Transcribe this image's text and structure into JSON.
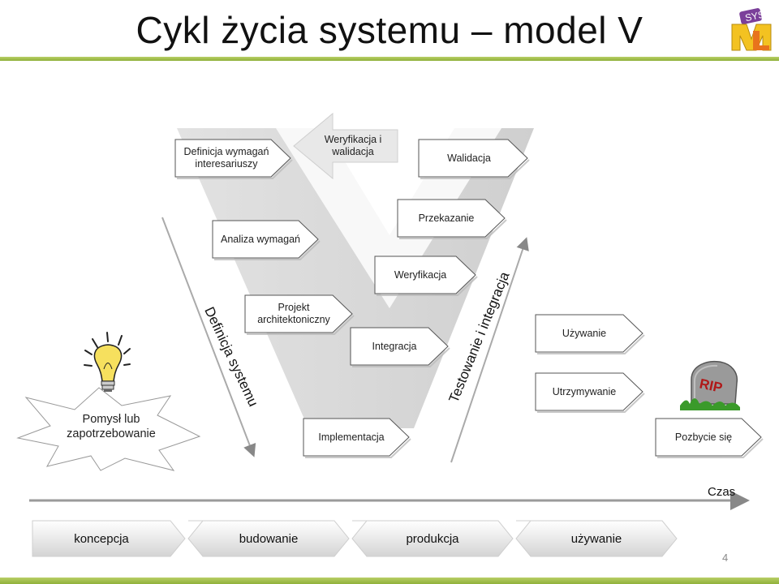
{
  "title": "Cykl życia systemu – model V",
  "colors": {
    "accent": "#9bbb45",
    "box_border": "#555555",
    "v_shape": "#d9d9d9"
  },
  "boxes": {
    "stakeholder_requirements": "Definicja wymagań\ninteresariuszy",
    "verification_validation": "Weryfikacja i\nwalidacja",
    "validation": "Walidacja",
    "requirements_analysis": "Analiza wymagań",
    "transition": "Przekazanie",
    "verification": "Weryfikacja",
    "architectural_design": "Projekt\narchitektoniczny",
    "integration": "Integracja",
    "use": "Używanie",
    "maintenance": "Utrzymywanie",
    "idea": "Pomysł lub\nzapotrzebowanie",
    "implementation": "Implementacja",
    "disposal": "Pozbycie się"
  },
  "side_labels": {
    "left_arm": "Definicja systemu",
    "right_arm": "Testowanie i integracja"
  },
  "tombstone_text": "RIP",
  "time_label": "Czas",
  "phases": [
    "koncepcja",
    "budowanie",
    "produkcja",
    "używanie"
  ],
  "page_number": "4",
  "icons": [
    "light-bulb-icon",
    "tombstone-icon",
    "sysml-logo-icon"
  ]
}
